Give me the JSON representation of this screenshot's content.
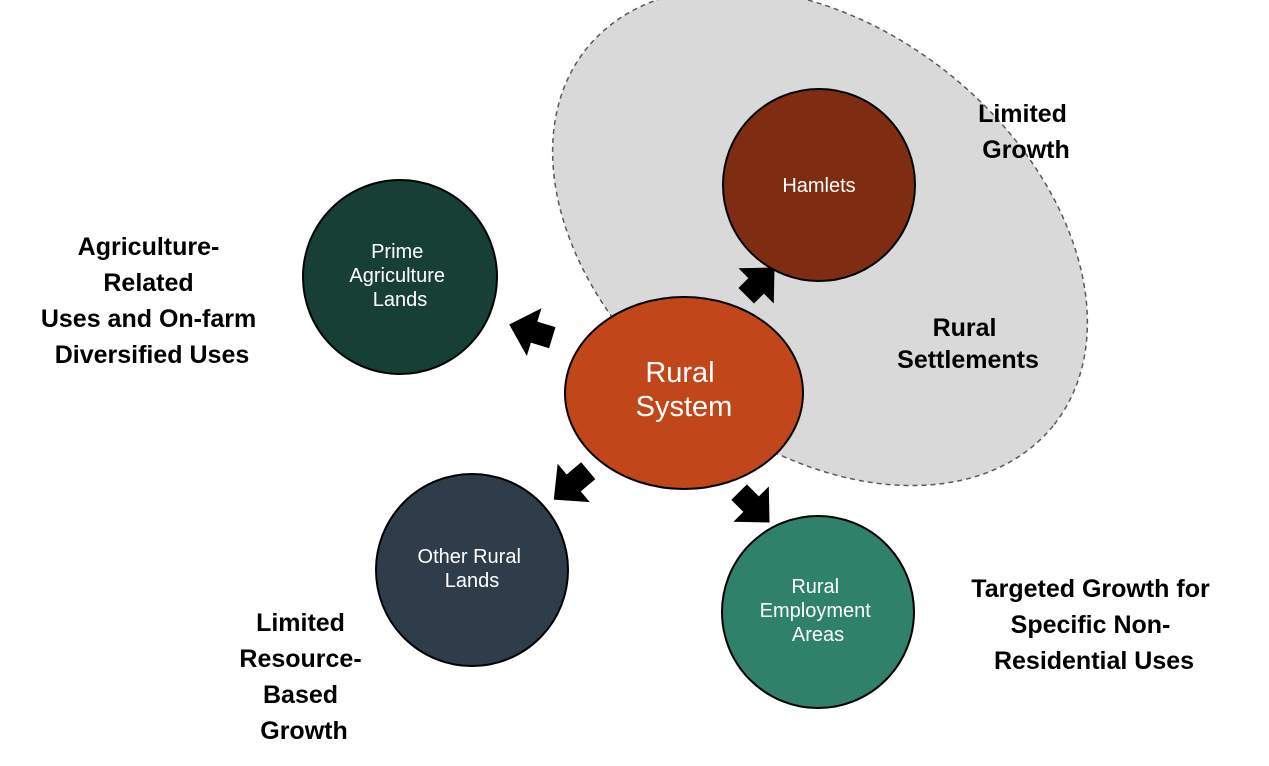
{
  "diagram": {
    "center": {
      "lines": [
        "Rural",
        "System"
      ],
      "color": "#c1461a"
    },
    "nodes": {
      "hamlets": {
        "lines": [
          "Hamlets"
        ],
        "color": "#7f2d12"
      },
      "prime_agriculture": {
        "lines": [
          "Prime",
          "Agriculture",
          "Lands"
        ],
        "color": "#183f35"
      },
      "other_rural": {
        "lines": [
          "Other Rural",
          "Lands"
        ],
        "color": "#2f3d4b"
      },
      "employment": {
        "lines": [
          "Rural",
          "Employment",
          "Areas"
        ],
        "color": "#2f8169"
      }
    },
    "settlement_zone": {
      "color": "#d9d9d9"
    },
    "labels": {
      "limited_growth": [
        "Limited",
        "Growth"
      ],
      "rural_settlements": [
        "Rural",
        "Settlements"
      ],
      "agriculture_uses": [
        "Agriculture-",
        "Related",
        "Uses and On-farm",
        "Diversified Uses"
      ],
      "resource_growth": [
        "Limited",
        "Resource-",
        "Based",
        "Growth"
      ],
      "targeted_growth": [
        "Targeted Growth for",
        "Specific Non-",
        "Residential Uses"
      ]
    },
    "arrow_color": "#000000"
  }
}
